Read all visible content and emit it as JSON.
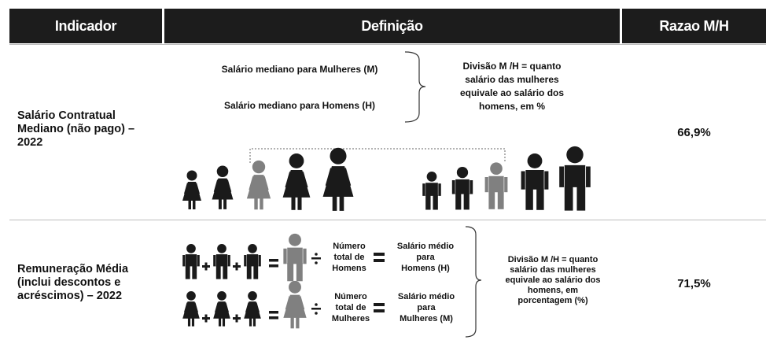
{
  "headers": {
    "indicator": "Indicador",
    "definition": "Definição",
    "ratio": "Razao M/H"
  },
  "rows": [
    {
      "indicator": "Salário Contratual\nMediano (não pago) –\n2022",
      "definition": {
        "women_median": "Salário mediano para Mulheres (M)",
        "men_median": "Salário mediano para Homens (H)",
        "explanation": [
          "Divisão M /H = quanto",
          "salário das mulheres",
          "equivale ao salário dos",
          "homens, em %"
        ]
      },
      "ratio": "66,9%"
    },
    {
      "indicator": "Remuneração Média\n(inclui descontos e\nacréscimos) – 2022",
      "definition": {
        "men_total": [
          "Número",
          "total de",
          "Homens"
        ],
        "men_avg": [
          "Salário médio",
          "para",
          "Homens (H)"
        ],
        "women_total": [
          "Número",
          "total de",
          "Mulheres"
        ],
        "women_avg": [
          "Salário médio",
          "para",
          "Mulheres (M)"
        ],
        "explanation": [
          "Divisão M /H = quanto",
          "salário das mulheres",
          "equivale ao salário dos",
          "homens, em",
          "porcentagem (%)"
        ]
      },
      "ratio": "71,5%"
    }
  ],
  "colors": {
    "header_bg": "#1c1c1c",
    "figure_dark": "#1a1a1a",
    "figure_median": "#808080"
  },
  "icons": [
    "woman-figure-icon",
    "man-figure-icon",
    "plus-icon",
    "equals-icon",
    "divide-icon",
    "curly-brace-icon"
  ]
}
